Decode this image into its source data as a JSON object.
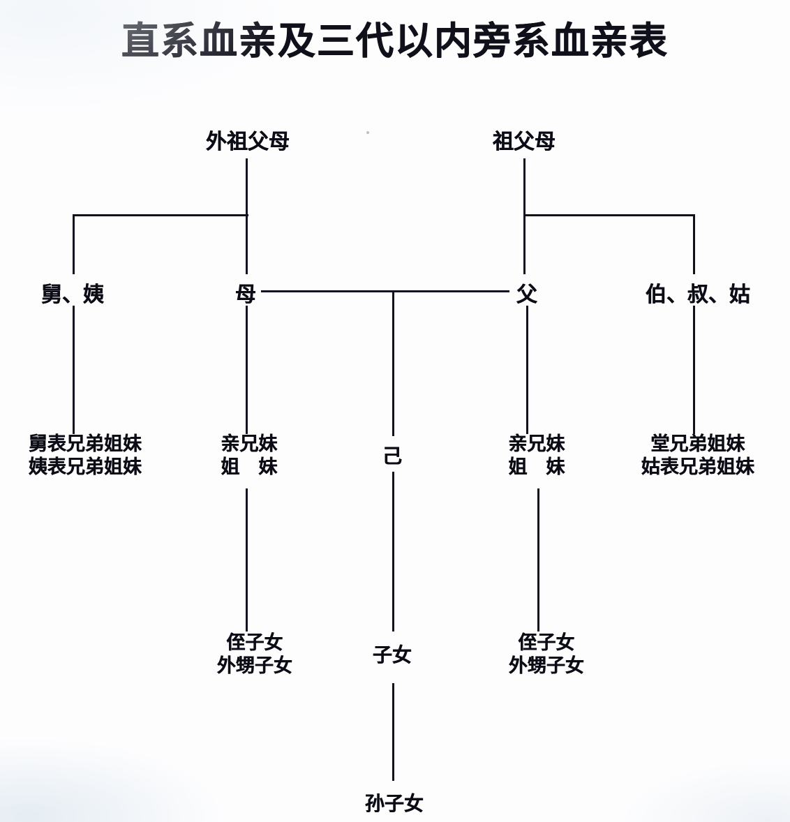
{
  "title": "直系血亲及三代以内旁系血亲表",
  "diagram": {
    "type": "kinship-tree",
    "generations": [
      {
        "level": 1,
        "name": "grandparents-row",
        "nodes": [
          {
            "id": "maternal-grandparents",
            "label": "外祖父母"
          },
          {
            "id": "paternal-grandparents",
            "label": "祖父母"
          }
        ]
      },
      {
        "level": 2,
        "name": "parents-row",
        "nodes": [
          {
            "id": "maternal-uncle-aunt",
            "label": "舅、姨"
          },
          {
            "id": "mother",
            "label": "母"
          },
          {
            "id": "father",
            "label": "父"
          },
          {
            "id": "paternal-uncle-aunt",
            "label": "伯、叔、姑"
          }
        ]
      },
      {
        "level": 3,
        "name": "self-and-siblings-row",
        "nodes": [
          {
            "id": "maternal-cousins",
            "label_line1": "舅表兄弟姐妹",
            "label_line2": "姨表兄弟姐妹"
          },
          {
            "id": "siblings-maternal-side",
            "label_line1": "亲兄妹",
            "label_line2": "姐　妹"
          },
          {
            "id": "self",
            "label_line1": "己"
          },
          {
            "id": "siblings-paternal-side",
            "label_line1": "亲兄妹",
            "label_line2": "姐　妹"
          },
          {
            "id": "paternal-cousins",
            "label_line1": "堂兄弟姐妹",
            "label_line2": "姑表兄弟姐妹"
          }
        ]
      },
      {
        "level": 4,
        "name": "children-row",
        "nodes": [
          {
            "id": "nephews-nieces-left",
            "label_line1": "侄子女",
            "label_line2": "外甥子女"
          },
          {
            "id": "children",
            "label_line1": "子女"
          },
          {
            "id": "nephews-nieces-right",
            "label_line1": "侄子女",
            "label_line2": "外甥子女"
          }
        ]
      },
      {
        "level": 5,
        "name": "grandchildren-row",
        "nodes": [
          {
            "id": "grandchildren",
            "label": "孙子女"
          }
        ]
      }
    ],
    "colors": {
      "ink": "#12121e",
      "background": "#fdfdfe"
    }
  }
}
